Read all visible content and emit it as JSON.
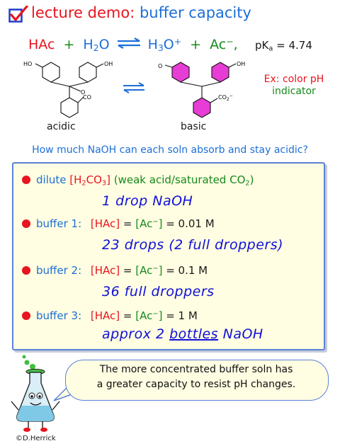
{
  "header": {
    "title_black": "lecture demo:",
    "title_blue": "buffer capacity",
    "accent_red": "#e8141e",
    "accent_blue": "#1c6fd8"
  },
  "equation": {
    "hac": "HAc",
    "plus1": "+",
    "h2o_h": "H",
    "h2o_sub": "2",
    "h2o_o": "O",
    "h3o_h": "H",
    "h3o_sub": "3",
    "h3o_o": "O",
    "h3o_sup": "+",
    "plus2": "+",
    "ac": "Ac",
    "ac_sup": "−",
    "comma": ",",
    "pka_p": "pK",
    "pka_sub": "a",
    "pka_val": "= 4.74"
  },
  "structures": {
    "acidic_label": "acidic",
    "basic_label": "basic",
    "ho_left_a": "HO",
    "oh_right_a": "OH",
    "o_a": "O",
    "co_a": "CO",
    "o_b": "O",
    "oh_b": "OH",
    "co2_b": "CO",
    "co2_b_sub": "2",
    "co2_b_sup": "−"
  },
  "example": {
    "line1": "Ex: color pH",
    "line2": "indicator"
  },
  "question": "How much NaOH can each soln absorb and stay acidic?",
  "items": [
    {
      "label": "dilute",
      "formula_open": "[H",
      "formula_sub1": "2",
      "formula_mid": "CO",
      "formula_sub2": "3",
      "formula_close": "]",
      "note_open": "(weak acid/saturated CO",
      "note_sub": "2",
      "note_close": ")",
      "handwritten": "1 drop NaOH"
    },
    {
      "label": "buffer 1:",
      "hac": "[HAc]",
      "eq": "=",
      "ac_open": "[Ac",
      "ac_sup": "−",
      "ac_close": "]",
      "conc": "= 0.01 M",
      "handwritten": "23 drops (2 full droppers)"
    },
    {
      "label": "buffer 2:",
      "hac": "[HAc]",
      "eq": "=",
      "ac_open": "[Ac",
      "ac_sup": "−",
      "ac_close": "]",
      "conc": "= 0.1 M",
      "handwritten": "36 full droppers"
    },
    {
      "label": "buffer 3:",
      "hac": "[HAc]",
      "eq": "=",
      "ac_open": "[Ac",
      "ac_sup": "−",
      "ac_close": "]",
      "conc": "= 1 M",
      "handwritten_pre": "approx 2",
      "handwritten_underlined": "bottles",
      "handwritten_post": "NaOH"
    }
  ],
  "bubble": {
    "line1": "The more concentrated buffer soln has",
    "line2": "a greater capacity to resist pH changes."
  },
  "credit": "©D.Herrick"
}
